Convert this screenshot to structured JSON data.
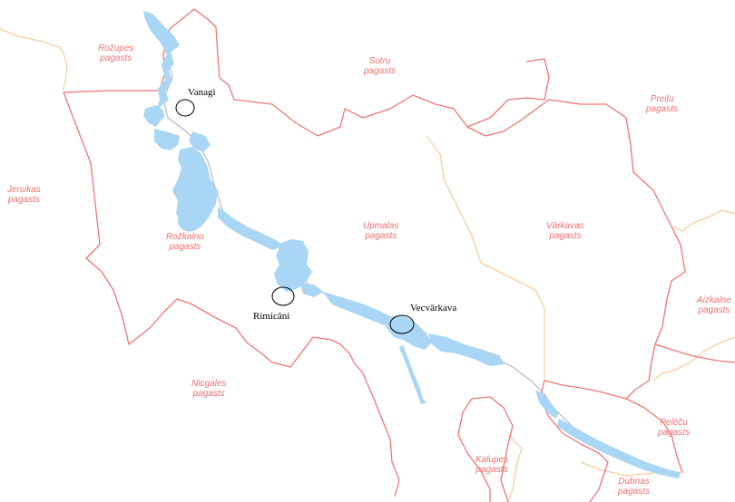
{
  "colors": {
    "background": "#ffffff",
    "major_border": "#f07575",
    "minor_border": "#f8c08a",
    "water": "#a9d6f5",
    "river_line": "#b7b7c8",
    "parish_label": "#f07070",
    "village_label": "#000000"
  },
  "parishes": [
    {
      "id": "rozupes",
      "line1": "Rožupes",
      "line2": "pagasts"
    },
    {
      "id": "sutru",
      "line1": "Sutru",
      "line2": "pagasts"
    },
    {
      "id": "preilu",
      "line1": "Preiļu",
      "line2": "pagasts"
    },
    {
      "id": "jersikas",
      "line1": "Jersikas",
      "line2": "pagasts"
    },
    {
      "id": "upmalas",
      "line1": "Upmalas",
      "line2": "pagasts"
    },
    {
      "id": "varkavas",
      "line1": "Vārkavas",
      "line2": "pagasts"
    },
    {
      "id": "rozkalnu",
      "line1": "Rožkalnu",
      "line2": "pagasts"
    },
    {
      "id": "aizkalnes",
      "line1": "Aizkalne",
      "line2": "pagasts"
    },
    {
      "id": "nicgales",
      "line1": "Nīcgales",
      "line2": "pagasts"
    },
    {
      "id": "pelecu",
      "line1": "Pelēču",
      "line2": "pagasts"
    },
    {
      "id": "kalupes",
      "line1": "Kalupes",
      "line2": "pagasts"
    },
    {
      "id": "dubnas",
      "line1": "Dubnas",
      "line2": "pagasts"
    }
  ],
  "villages": [
    {
      "id": "vanagi",
      "name": "Vanagi"
    },
    {
      "id": "rimicani",
      "name": "Rimicāni"
    },
    {
      "id": "vecvarkava",
      "name": "Vecvārkava"
    }
  ]
}
